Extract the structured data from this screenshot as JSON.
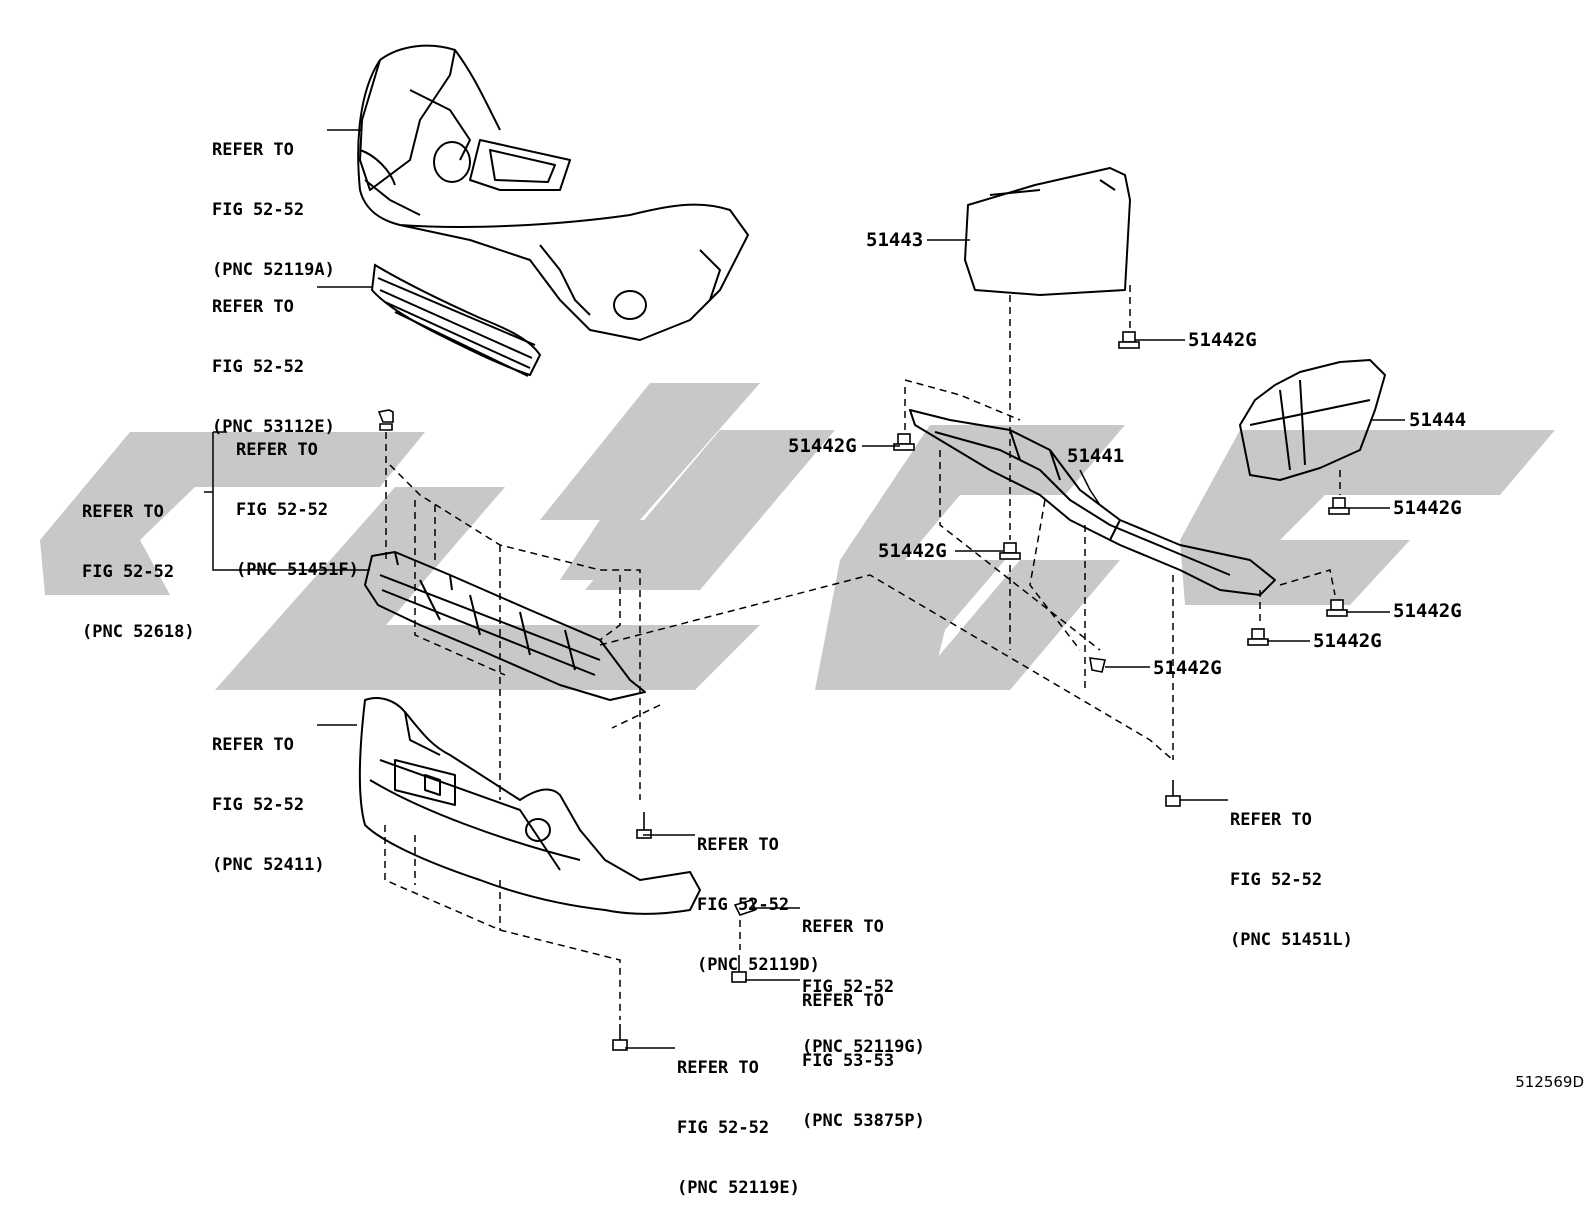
{
  "watermark": {
    "color": "#c8c8c8"
  },
  "callouts": {
    "front_bumper": {
      "l1": "REFER TO",
      "l2": "FIG 52-52",
      "l3": "(PNC 52119A)"
    },
    "grille": {
      "l1": "REFER TO",
      "l2": "FIG 52-52",
      "l3": "(PNC 53112E)"
    },
    "clip_51451f": {
      "l1": "REFER TO",
      "l2": "FIG 52-52",
      "l3": "(PNC 51451F)"
    },
    "absorber_52618": {
      "l1": "REFER TO",
      "l2": "FIG 52-52",
      "l3": "(PNC 52618)"
    },
    "lower_bumper_52411": {
      "l1": "REFER TO",
      "l2": "FIG 52-52",
      "l3": "(PNC 52411)"
    },
    "screw_52119d": {
      "l1": "REFER TO",
      "l2": "FIG 52-52",
      "l3": "(PNC 52119D)"
    },
    "nut_52119g": {
      "l1": "REFER TO",
      "l2": "FIG 52-52",
      "l3": "(PNC 52119G)"
    },
    "bolt_53875p": {
      "l1": "REFER TO",
      "l2": "FIG 53-53",
      "l3": "(PNC 53875P)"
    },
    "screw_52119e": {
      "l1": "REFER TO",
      "l2": "FIG 52-52",
      "l3": "(PNC 52119E)"
    },
    "bolt_51451l": {
      "l1": "REFER TO",
      "l2": "FIG 52-52",
      "l3": "(PNC 51451L)"
    }
  },
  "part_numbers": {
    "p51443": "51443",
    "p51442g_a": "51442G",
    "p51444": "51444",
    "p51442g_b": "51442G",
    "p51441": "51441",
    "p51442g_c": "51442G",
    "p51442g_d": "51442G",
    "p51442g_e": "51442G",
    "p51442g_f": "51442G",
    "p51442g_g": "51442G"
  },
  "figure_id": "512569D"
}
